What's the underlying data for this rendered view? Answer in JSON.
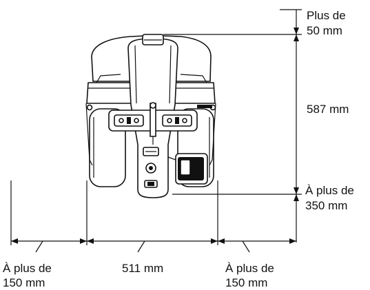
{
  "dimensions": {
    "top_clearance": {
      "line1": "Plus de",
      "line2": "50 mm"
    },
    "height": "587 mm",
    "bottom_right_clearance": {
      "line1": "À plus de",
      "line2": "350 mm"
    },
    "left_clearance": {
      "line1": "À plus de",
      "line2": "150 mm"
    },
    "width": "511 mm",
    "right_clearance": {
      "line1": "À plus de",
      "line2": "150 mm"
    }
  },
  "colors": {
    "line": "#111111",
    "background": "#ffffff"
  }
}
